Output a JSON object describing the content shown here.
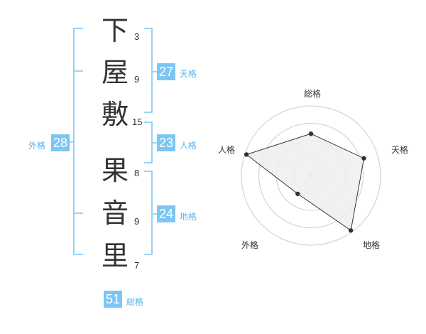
{
  "name": {
    "chars": [
      {
        "char": "下",
        "strokes": "3"
      },
      {
        "char": "屋",
        "strokes": "9"
      },
      {
        "char": "敷",
        "strokes": "15"
      },
      {
        "char": "果",
        "strokes": "8"
      },
      {
        "char": "音",
        "strokes": "9"
      },
      {
        "char": "里",
        "strokes": "7"
      }
    ]
  },
  "fortunes": {
    "tenkaku": {
      "value": "27",
      "label": "天格"
    },
    "jinkaku": {
      "value": "23",
      "label": "人格"
    },
    "chikaku": {
      "value": "24",
      "label": "地格"
    },
    "gaikaku": {
      "value": "28",
      "label": "外格"
    },
    "soukaku": {
      "value": "51",
      "label": "総格"
    }
  },
  "radar": {
    "axes": [
      "総格",
      "天格",
      "地格",
      "外格",
      "人格"
    ],
    "levels": 4,
    "values": [
      2.4,
      3.2,
      3.9,
      1.3,
      3.9
    ],
    "max": 4
  },
  "colors": {
    "accent": "#7cc6f4",
    "bracket": "#7cc6f4",
    "text": "#333333",
    "radar_fill": "#efefef",
    "radar_line": "#333333",
    "grid": "#cccccc"
  }
}
